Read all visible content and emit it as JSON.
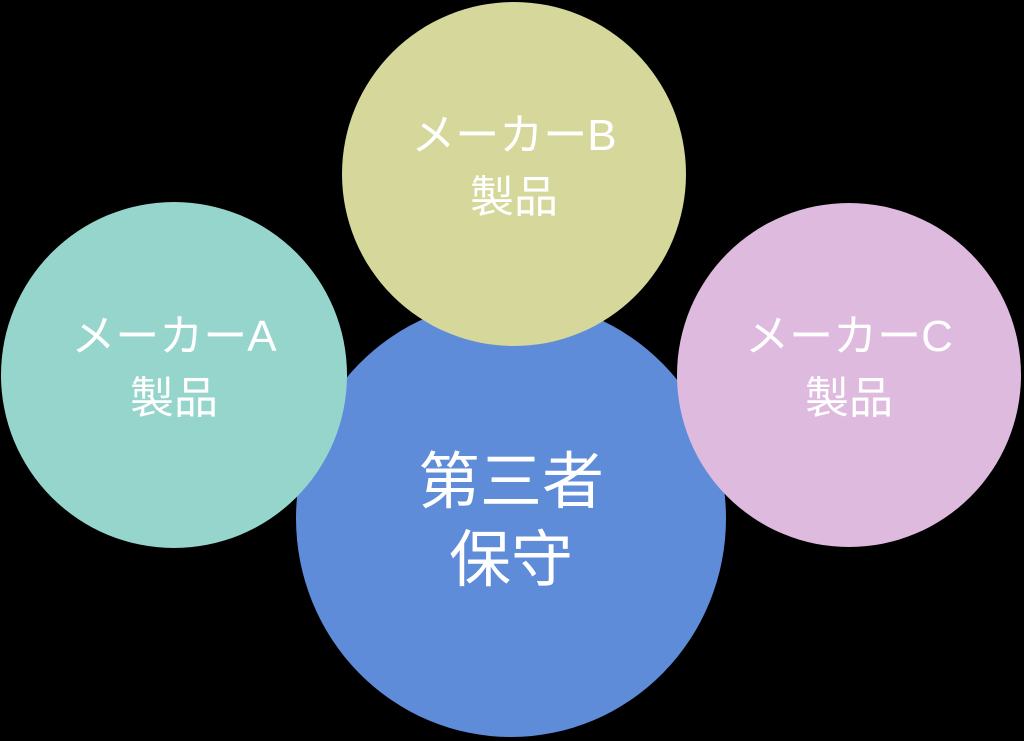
{
  "diagram": {
    "background_color": "#000000",
    "text_color": "#ffffff",
    "circles": [
      {
        "id": "maker-a-product",
        "label_line1": "メーカーA",
        "label_line2": "製品",
        "fill_color": "#96d5cc"
      },
      {
        "id": "maker-b-product",
        "label_line1": "メーカーB",
        "label_line2": "製品",
        "fill_color": "#d5d79b"
      },
      {
        "id": "maker-c-product",
        "label_line1": "メーカーC",
        "label_line2": "製品",
        "fill_color": "#ddbade"
      },
      {
        "id": "third-party-maintenance",
        "label_line1": "第三者",
        "label_line2": "保守",
        "fill_color": "#5e8cd9"
      }
    ]
  }
}
